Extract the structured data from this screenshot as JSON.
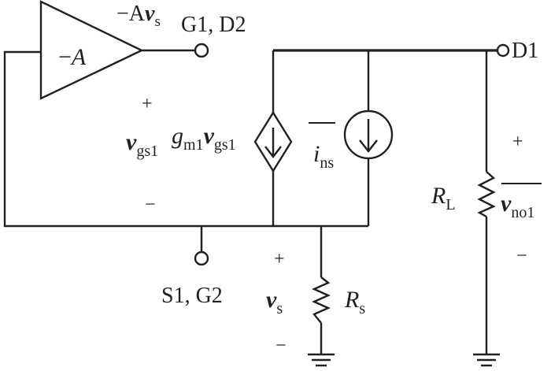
{
  "amplifier": {
    "gain_prefix": "−",
    "gain_symbol": "A",
    "output_prefix": "−A",
    "output_var": "v",
    "output_sub": "s"
  },
  "terminals": {
    "g1_d2": "G1, D2",
    "d1": "D1",
    "s1_g2": "S1, G2"
  },
  "vgs1": {
    "plus": "+",
    "minus": "−",
    "var": "v",
    "sub": "gs1"
  },
  "controlled_source": {
    "g": "g",
    "g_sub": "m1",
    "v": "v",
    "v_sub": "gs1"
  },
  "noise_current": {
    "var": "i",
    "sub": "ns"
  },
  "load": {
    "R": "R",
    "R_sub": "L",
    "v": "v",
    "v_sub": "no1",
    "plus": "+",
    "minus": "−"
  },
  "source": {
    "plus": "+",
    "minus": "−",
    "v": "v",
    "v_sub": "s",
    "R": "R",
    "R_sub": "s"
  }
}
